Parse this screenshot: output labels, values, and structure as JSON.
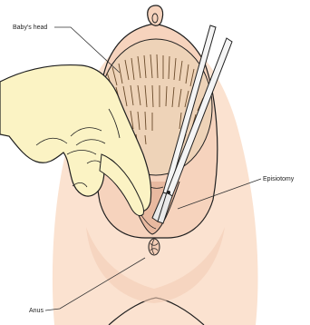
{
  "labels": {
    "babys_head": "Baby's head",
    "episiotomy": "Episiotomy",
    "anus": "Anus"
  },
  "colors": {
    "skin": "#fbe2d0",
    "skin_shadow": "#f3cdb6",
    "hand": "#fbf3c4",
    "hair": "#6a4a2a",
    "outline": "#1f1f1f",
    "instrument": "#f4f4f4"
  },
  "icons": {
    "instrument": "surgical-scissors-icon",
    "hand": "gloved-hand-icon"
  }
}
